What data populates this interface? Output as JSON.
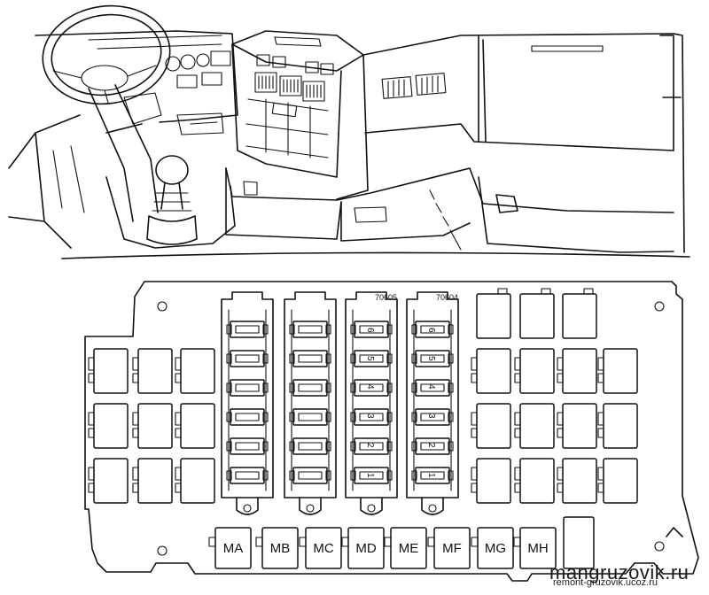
{
  "relay_labels": [
    "MA",
    "MB",
    "MC",
    "MD",
    "ME",
    "MF",
    "MG",
    "MH"
  ],
  "fuse_block_codes": [
    "70605",
    "70604"
  ],
  "fuse_numbers": [
    "6",
    "5",
    "4",
    "3",
    "2",
    "1"
  ],
  "watermark": {
    "main": "mangruzovik.ru",
    "sub": "remont-gruzovik.ucoz.ru"
  }
}
